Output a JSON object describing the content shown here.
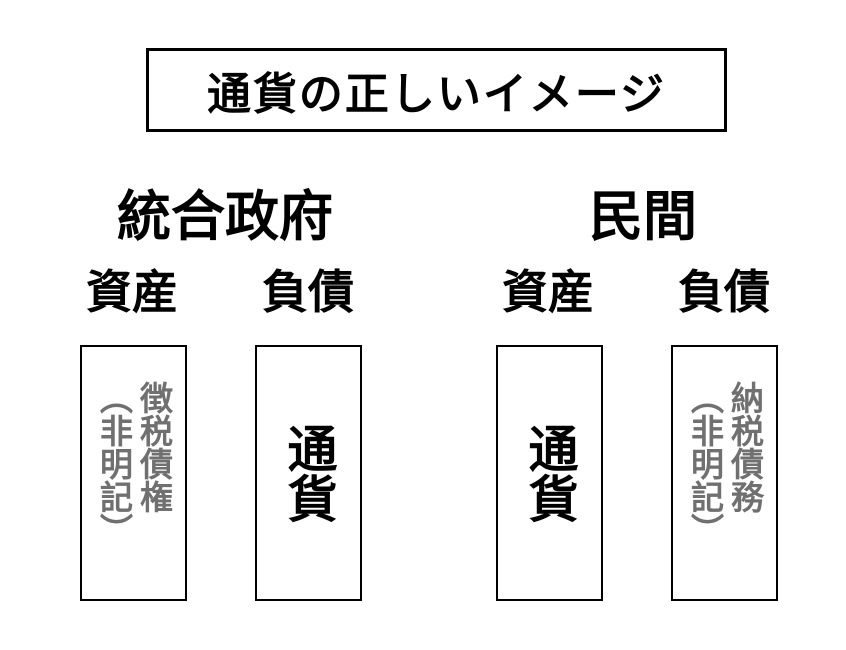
{
  "title": "通貨の正しいイメージ",
  "government": {
    "heading": "統合政府",
    "assets_label": "資産",
    "liabilities_label": "負債",
    "assets_box": "徴税債権\n（非明記）",
    "liabilities_box": "通貨"
  },
  "private": {
    "heading": "民間",
    "assets_label": "資産",
    "liabilities_label": "負債",
    "assets_box": "通貨",
    "liabilities_box": "納税債務\n（非明記）"
  },
  "colors": {
    "note_text": "#707070",
    "border": "#000000"
  }
}
